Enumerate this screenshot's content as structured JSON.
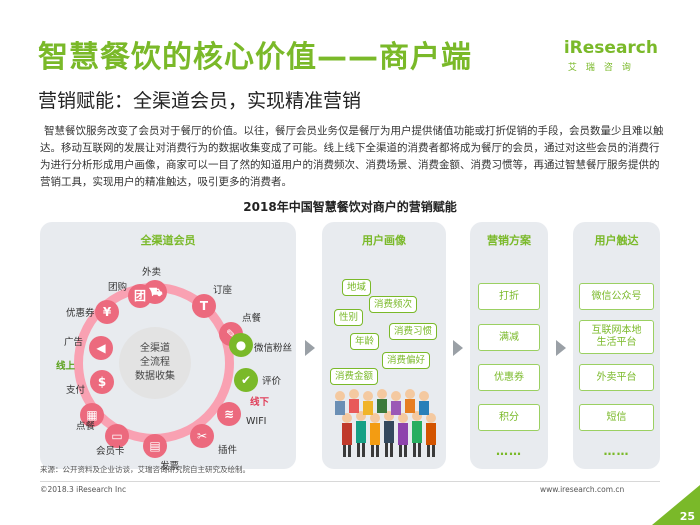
{
  "header": {
    "title": "智慧餐饮的核心价值——商户端",
    "subtitle": "营销赋能：全渠道会员，实现精准营销",
    "logo_text": "iResearch",
    "logo_sub": "艾瑞咨询"
  },
  "paragraph": "智慧餐饮服务改变了会员对于餐厅的价值。以往，餐厅会员业务仅是餐厅为用户提供储值功能或打折促销的手段，会员数量少且难以触达。移动互联网的发展让对消费行为的数据收集变成了可能。线上线下全渠道的消费者都将成为餐厅的会员，通过对这些会员的消费行为进行分析形成用户画像，商家可以一目了然的知道用户的消费频次、消费场景、消费金额、消费习惯等，再通过智慧餐厅服务提供的营销工具，实现用户的精准触达，吸引更多的消费者。",
  "chart_title": "2018年中国智慧餐饮对商户的营销赋能",
  "panels": {
    "members": {
      "title": "全渠道会员",
      "center": [
        "全渠道",
        "全流程",
        "数据收集"
      ],
      "nodes": {
        "waimai": "外卖",
        "dingzuo": "订座",
        "diancan_top": "点餐",
        "weixin": "微信粉丝",
        "pingjia": "评价",
        "xianxia": "线下",
        "wifi": "WIFI",
        "chajian": "插件",
        "fapiao": "发票",
        "huiyuanka": "会员卡",
        "diancan_bottom": "点餐",
        "zhifu": "支付",
        "xianshang": "线上",
        "guanggao": "广告",
        "youhuiquan": "优惠券",
        "tuangou": "团购"
      }
    },
    "profile": {
      "title": "用户画像",
      "tags": [
        "地域",
        "消费频次",
        "性别",
        "消费习惯",
        "年龄",
        "消费偏好",
        "消费金额"
      ]
    },
    "marketing": {
      "title": "营销方案",
      "items": [
        "打折",
        "满减",
        "优惠券",
        "积分",
        "……"
      ]
    },
    "reach": {
      "title": "用户触达",
      "items": [
        "微信公众号",
        "互联网本地生活平台",
        "外卖平台",
        "短信",
        "……"
      ]
    }
  },
  "footer": {
    "source": "来源：公开资料及企业访谈，艾瑞咨询研究院自主研究及绘制。",
    "copyright": "©2018.3 iResearch Inc",
    "site": "www.iresearch.com.cn",
    "page": "25"
  },
  "colors": {
    "accent_green": "#7ab929",
    "ring_pink": "#f9a1b2",
    "node_red": "#ec6a7e",
    "panel_gray": "#e8ebef"
  }
}
